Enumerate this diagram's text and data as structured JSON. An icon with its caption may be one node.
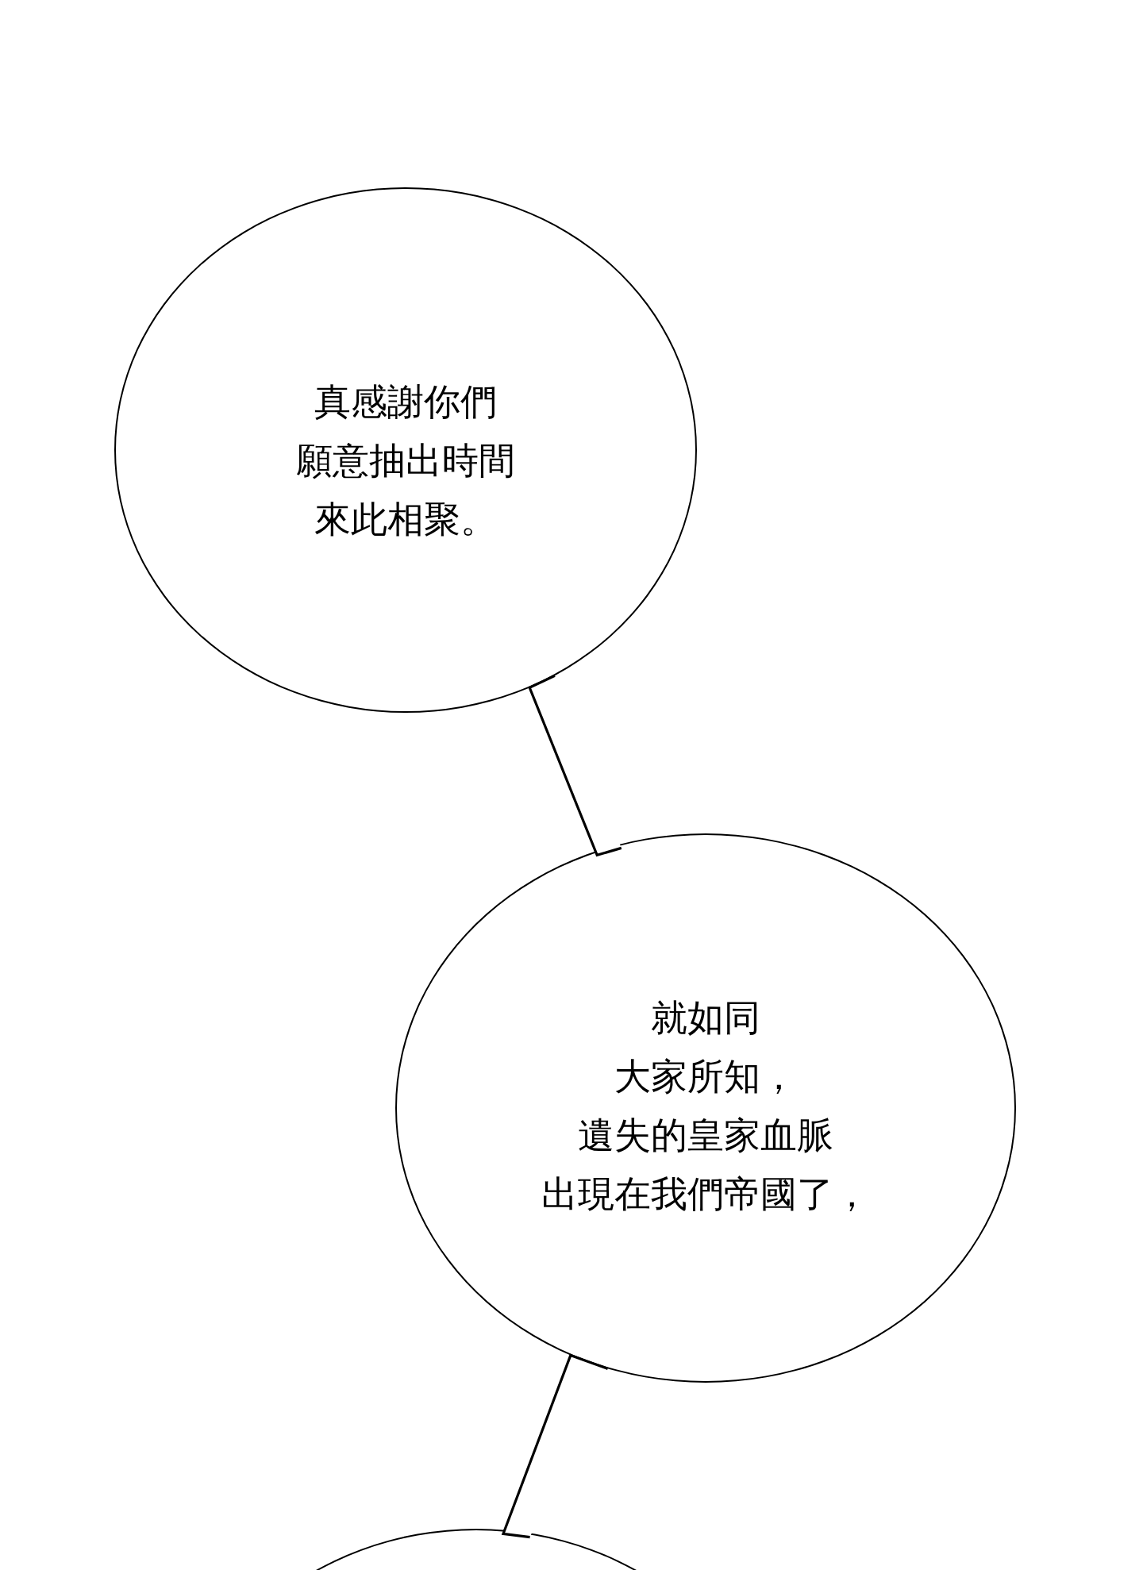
{
  "diagram": {
    "nodes": [
      {
        "text": [
          "真感謝你們願意抽出時間來此相聚。"
        ]
      },
      {
        "text": [
          "就如同大家所知，遺失的皇家血脈出現在我們帝國了，"
        ]
      },
      {
        "text": [],
        "shape": "circle"
      }
    ],
    "edges": [
      {
        "from": 0,
        "to": 1,
        "arrow": "none"
      },
      {
        "from": 1,
        "to": 2,
        "arrow": "none"
      }
    ]
  }
}
